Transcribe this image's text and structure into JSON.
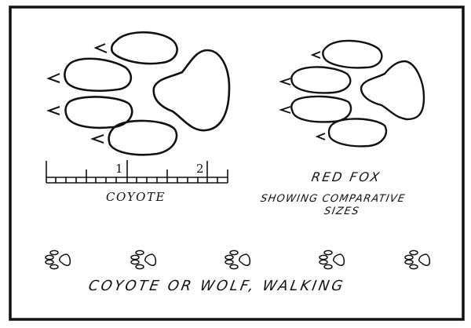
{
  "figure": {
    "colors": {
      "ink": "#111111",
      "paper": "#ffffff"
    },
    "coyote_print": {
      "label": "COYOTE",
      "toes": 4,
      "claw_marks": [
        "<",
        "<",
        "<",
        "<"
      ]
    },
    "scale_ruler": {
      "tick_labels": [
        "1",
        "2"
      ],
      "unit": "inch"
    },
    "fox_print": {
      "label": "RED FOX",
      "toes": 4,
      "claw_marks": [
        "<",
        "<",
        "<",
        "<"
      ]
    },
    "comparison_note": {
      "line1": "SHOWING COMPARATIVE",
      "line2": "SIZES"
    },
    "track_row": {
      "label": "COYOTE OR WOLF, WALKING",
      "count": 5
    }
  }
}
